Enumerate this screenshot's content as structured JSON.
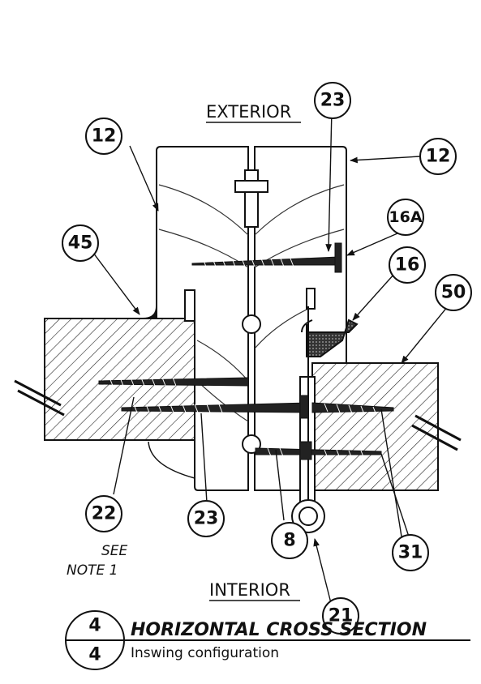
{
  "side_labels": {
    "exterior": "EXTERIOR",
    "interior": "INTERIOR"
  },
  "callouts": {
    "c23_top": "23",
    "c12_left": "12",
    "c12_right": "12",
    "c16a": "16A",
    "c16": "16",
    "c45": "45",
    "c50": "50",
    "c22": "22",
    "c23_bottom": "23",
    "c8": "8",
    "c21": "21",
    "c31": "31"
  },
  "note": {
    "line1": "SEE",
    "line2": "NOTE 1"
  },
  "section_marker": {
    "top": "4",
    "bottom": "4"
  },
  "title": "HORIZONTAL CROSS SECTION",
  "subtitle": "Inswing configuration"
}
